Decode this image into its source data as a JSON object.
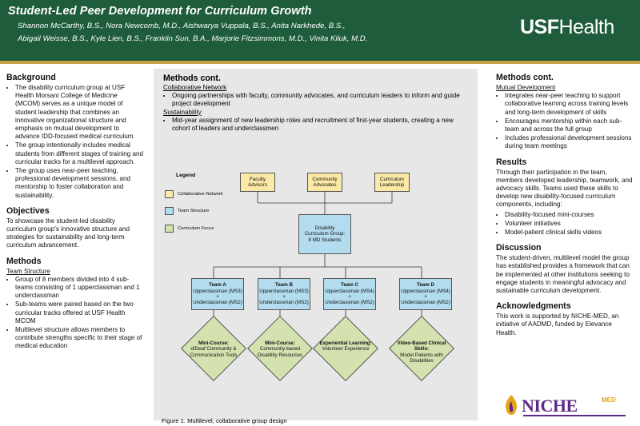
{
  "header": {
    "title": "Student-Led Peer Development for Curriculum Growth",
    "authors": "Shannon McCarthy, B.S., Nora Newcomb, M.D., Aishwarya Vuppala, B.S., Anita Narkhede, B.S., Abigail Weisse, B.S., Kyle Lien, B.S., Franklin Sun, B.A., Marjorie Fitzsimmons, M.D., Vinita Kiluk, M.D.",
    "logo_bold": "USF",
    "logo_light": "Health"
  },
  "colors": {
    "header_green": "#1f5c3b",
    "gold": "#c8a24a",
    "collab_yellow": "#fce9a7",
    "team_blue": "#b3dcef",
    "focus_green": "#d4e2b0"
  },
  "left": {
    "background": {
      "heading": "Background",
      "bullets": [
        "The disability curriculum group at USF Health Morsani College of Medicine (MCOM) serves as a unique model of student leadership that combines an innovative organizational structure and emphasis on mutual development to advance IDD-focused medical curriculum.",
        "The group intentionally includes medical students from different stages of training and curricular tracks for a multilevel approach.",
        "The group uses near-peer teaching, professional development sessions, and mentorship to foster collaboration and sustainability."
      ]
    },
    "objectives": {
      "heading": "Objectives",
      "text": "To showcase the student-led disability curriculum group's innovative structure and strategies for sustainability and long-term curriculum advancement."
    },
    "methods": {
      "heading": "Methods",
      "subheading": "Team Structure",
      "bullets": [
        "Group of 8 members divided into 4 sub-teams consisting of 1 upperclassman and 1 underclassman",
        "Sub-teams were paired based on the two curricular tracks offered at USF Health MCOM",
        "Multilevel structure allows members to contribute strengths specific to their stage of medical education"
      ]
    }
  },
  "center": {
    "heading": "Methods cont.",
    "sub1": "Collaborative Network",
    "bullets1": [
      "Ongoing partnerships with faculty, community advocates, and curriculum leaders to inform and guide project development"
    ],
    "sub2": "Sustainability",
    "bullets2": [
      "Mid-year assignment of new leadership roles and recruitment of first-year students, creating a new cohort of leaders and underclassmen"
    ],
    "legend": {
      "title": "Legend",
      "items": [
        "Collaborative Network",
        "Team Structure",
        "Curriculum Focus"
      ]
    },
    "network": [
      "Faculty Advisors",
      "Community Advocates",
      "Curriculum Leadership"
    ],
    "core": [
      "Disability",
      "Curriculum Group:",
      "8 MD Students"
    ],
    "teams": [
      {
        "name": "Team A",
        "upper": "Upperclassman (MS3)",
        "plus": "+",
        "lower": "Underclassman (MS2)",
        "focus_title": "Mini-Course:",
        "focus_text": "d/Deaf Community & Communication Tools"
      },
      {
        "name": "Team B",
        "upper": "Upperclassman (MS3)",
        "plus": "+",
        "lower": "Underclassman (MS2)",
        "focus_title": "Mini-Course:",
        "focus_text": "Community-based Disability Resources"
      },
      {
        "name": "Team C",
        "upper": "Upperclassman (MS4)",
        "plus": "+",
        "lower": "Underclassman (MS2)",
        "focus_title": "Experiential Learning:",
        "focus_text": "Volunteer Experience"
      },
      {
        "name": "Team D",
        "upper": "Upperclassman (MS4)",
        "plus": "+",
        "lower": "Underclassman (MS2)",
        "focus_title": "Video-Based Clinical Skills:",
        "focus_text": "Model Patients with Disabilities"
      }
    ],
    "caption": "Figure 1. Multilevel, collaborative group design"
  },
  "right": {
    "methods2": {
      "heading": "Methods cont.",
      "subheading": "Mutual Development",
      "bullets": [
        "Integrates near-peer teaching to support collaborative learning across training levels and long-term development of skills",
        "Encourages mentorship within each sub-team and across the full group",
        "Includes professional development sessions during team meetings"
      ]
    },
    "results": {
      "heading": "Results",
      "text": "Through their participation in the team, members developed leadership, teamwork, and advocacy skills. Teams used these skills to develop new disability-focused curriculum components, including:",
      "bullets": [
        "Disability-focused mini-courses",
        "Volunteer initiatives",
        "Model-patient clinical skills videos"
      ]
    },
    "discussion": {
      "heading": "Discussion",
      "text": "The student-driven, multilevel model the group has established provides a framework that can be implemented at other institutions seeking to engage students in meaningful advocacy and sustainable curriculum development."
    },
    "ack": {
      "heading": "Acknowledgments",
      "text": "This work is supported by NICHE-MED, an initiative of AADMD, funded by Elevance Health."
    },
    "niche_logo": "NICHE",
    "niche_sup": "MED"
  }
}
